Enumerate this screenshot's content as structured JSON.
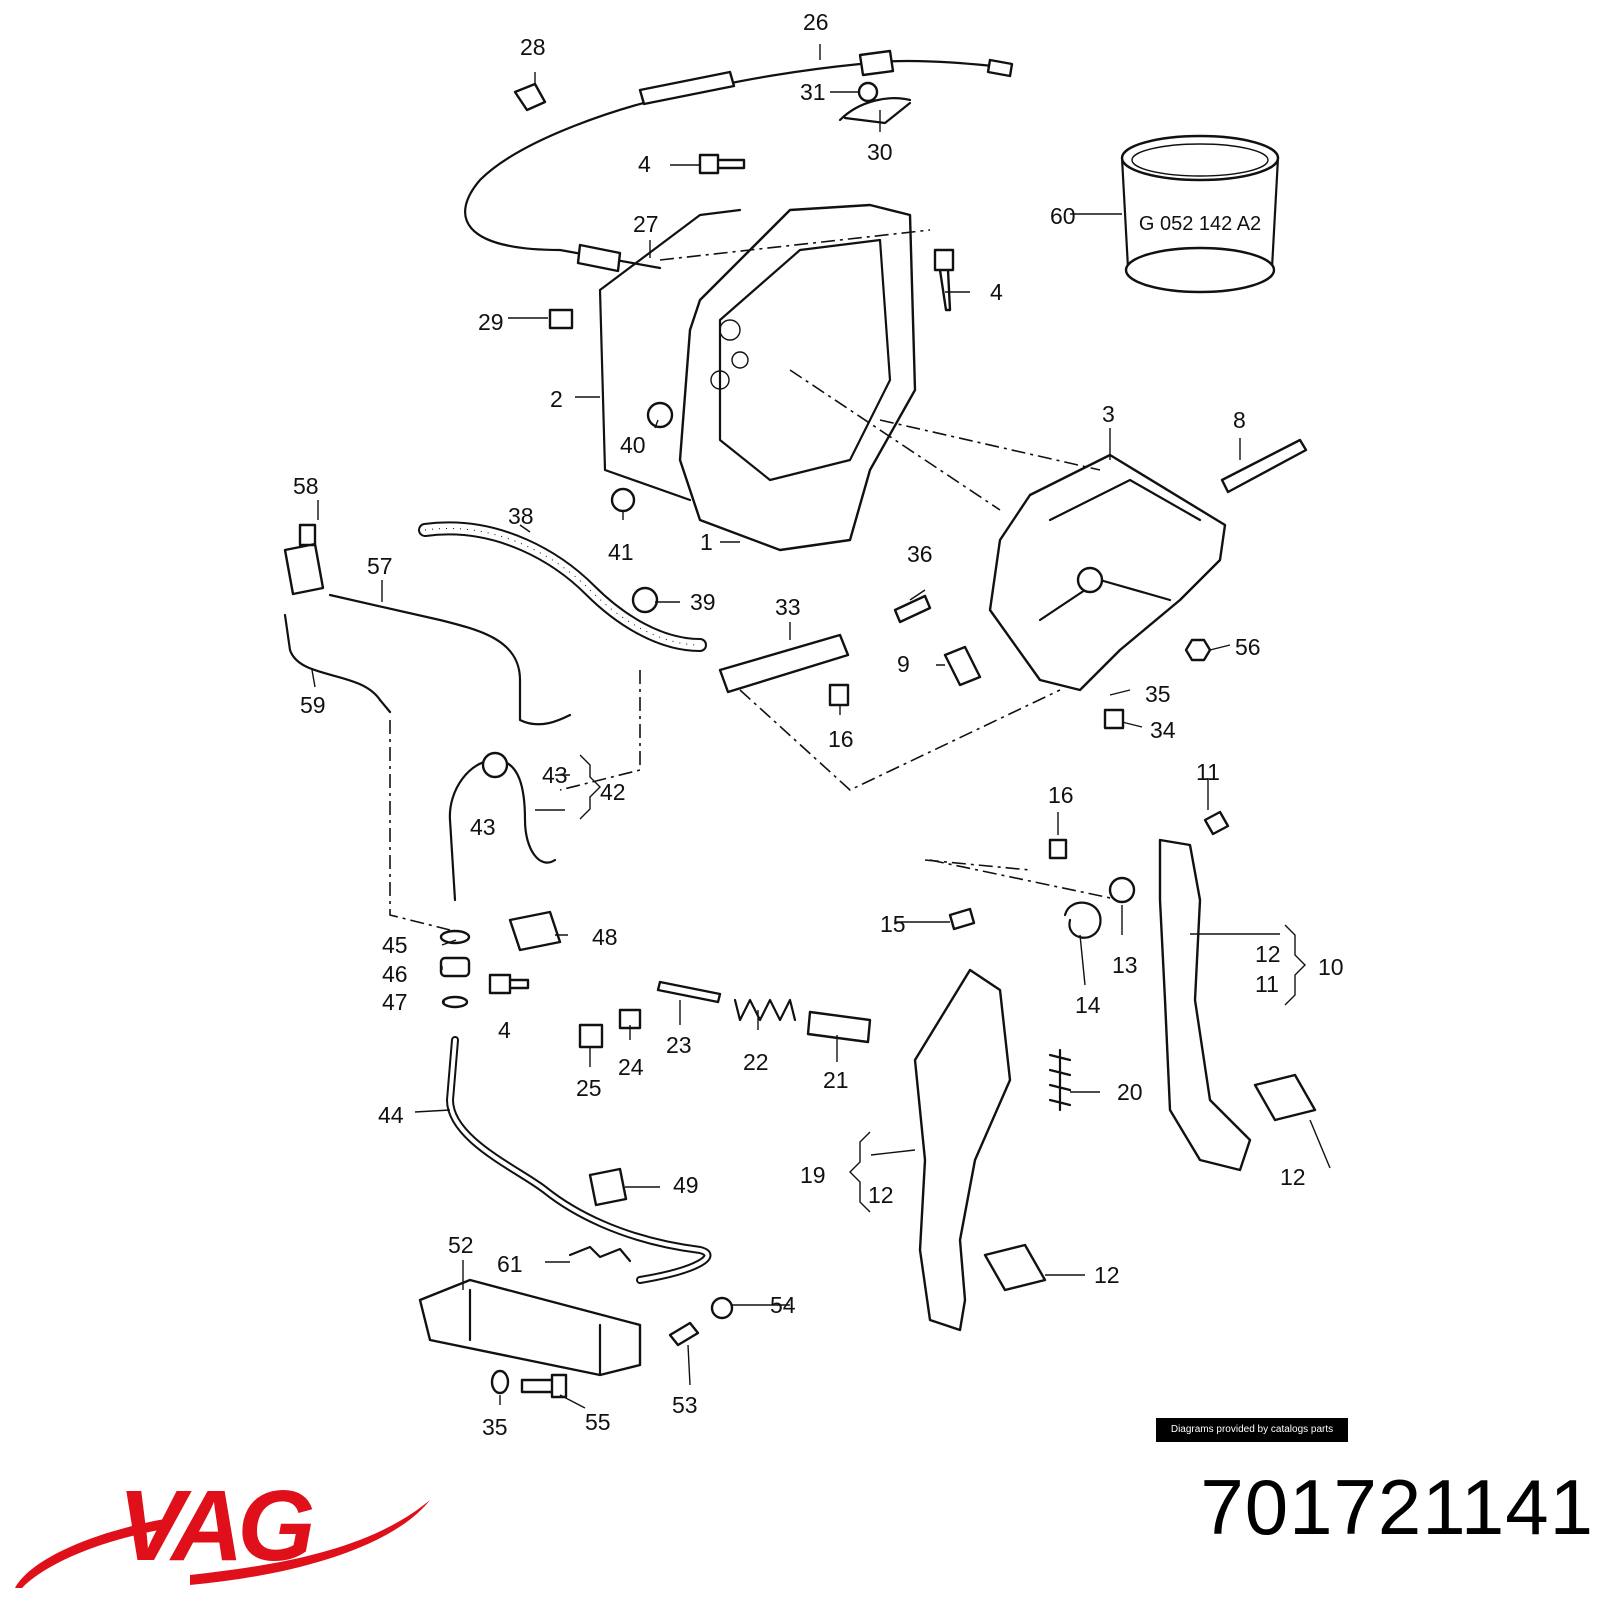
{
  "diagram": {
    "callouts": [
      "1",
      "2",
      "3",
      "4",
      "4",
      "4",
      "8",
      "9",
      "10",
      "11",
      "11",
      "12",
      "12",
      "12",
      "12",
      "12",
      "13",
      "14",
      "15",
      "16",
      "16",
      "19",
      "20",
      "21",
      "22",
      "23",
      "24",
      "25",
      "26",
      "27",
      "28",
      "29",
      "30",
      "31",
      "33",
      "34",
      "35",
      "35",
      "36",
      "38",
      "39",
      "40",
      "41",
      "42",
      "43",
      "43",
      "44",
      "45",
      "46",
      "47",
      "48",
      "49",
      "52",
      "53",
      "54",
      "55",
      "56",
      "57",
      "58",
      "59",
      "60",
      "61"
    ],
    "can_label": "G 052 142 A2"
  },
  "credit": "Diagrams provided by catalogs parts",
  "brand": {
    "name": "VAG",
    "color": "#e0101a"
  },
  "part_number": "701721141"
}
